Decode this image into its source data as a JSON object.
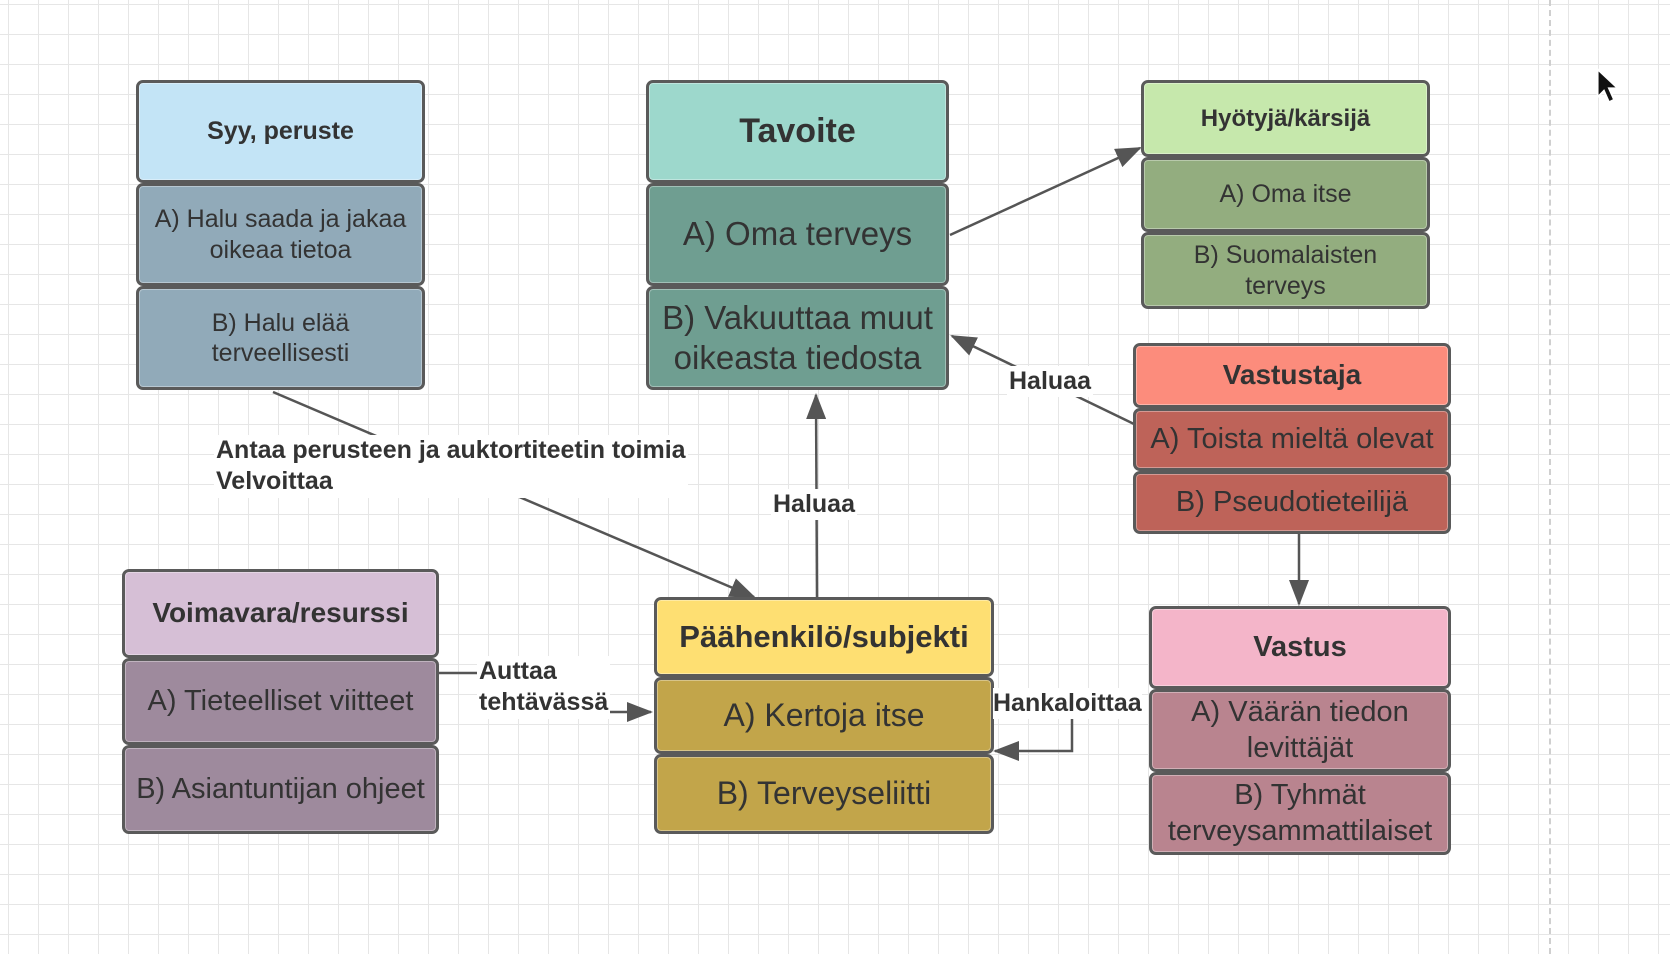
{
  "colors": {
    "syy_header": "#c3e4f6",
    "syy_items": "#91aab9",
    "tavoite_header": "#9dd8cc",
    "tavoite_items": "#6f9e91",
    "hyotyja_header": "#c6e8ac",
    "hyotyja_items": "#93ad7f",
    "vastustaja_header": "#fc8c7c",
    "vastustaja_items": "#be6359",
    "voimavara_header": "#d6bfd6",
    "voimavara_items": "#9e8a9d",
    "paahenkilo_header": "#fedf72",
    "paahenkilo_items": "#c2a54a",
    "vastus_header": "#f4b5c9",
    "vastus_items": "#b9848f",
    "border": "#5a5a5a",
    "connector": "#555555"
  },
  "boxes": {
    "syy": {
      "header": "Syy, peruste",
      "item_a": "A) Halu saada ja jakaa oikeaa tietoa",
      "item_b": "B) Halu elää terveellisesti"
    },
    "tavoite": {
      "header": "Tavoite",
      "item_a": "A) Oma terveys",
      "item_b": "B) Vakuuttaa muut oikeasta tiedosta"
    },
    "hyotyja": {
      "header": "Hyötyjä/kärsijä",
      "item_a": "A) Oma itse",
      "item_b": "B) Suomalaisten terveys"
    },
    "vastustaja": {
      "header": "Vastustaja",
      "item_a": "A) Toista mieltä olevat",
      "item_b": "B) Pseudotieteilijä"
    },
    "voimavara": {
      "header": "Voimavara/resurssi",
      "item_a": "A) Tieteelliset viitteet",
      "item_b": "B) Asiantuntijan ohjeet"
    },
    "paahenkilo": {
      "header": "Päähenkilö/subjekti",
      "item_a": "A) Kertoja itse",
      "item_b": "B) Terveyseliitti"
    },
    "vastus": {
      "header": "Vastus",
      "item_a": "A) Väärän tiedon levittäjät",
      "item_b": "B) Tyhmät terveysammattilaiset"
    }
  },
  "labels": {
    "antaa_line1": "Antaa perusteen ja auktortiteetin toimia",
    "antaa_line2": "Velvoittaa",
    "haluaa_up": "Haluaa",
    "haluaa_vastustaja": "Haluaa",
    "auttaa_line1": "Auttaa",
    "auttaa_line2": "tehtävässä",
    "hankaloittaa": "Hankaloittaa"
  },
  "icons": {
    "cursor": "mouse-pointer-icon"
  }
}
